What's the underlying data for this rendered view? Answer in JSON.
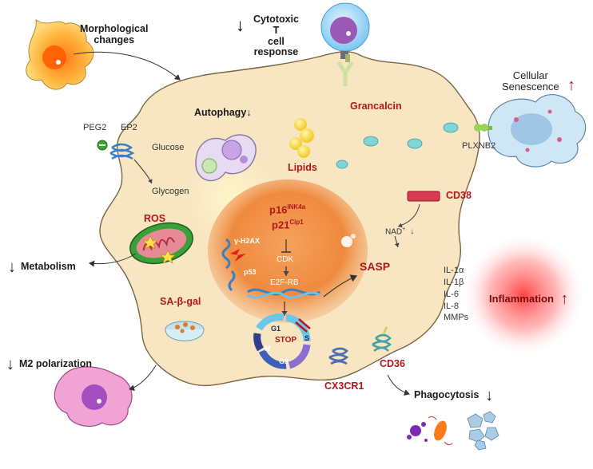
{
  "labels": {
    "morphological": "Morphological\nchanges",
    "cytotoxic": "Cytotoxic T\ncell response",
    "autophagy": "Autophagy",
    "grancalcin": "Grancalcin",
    "cellular_senescence": "Cellular\nSenescence",
    "peg2": "PEG2",
    "ep2": "EP2",
    "glucose": "Glucose",
    "glycogen": "Glycogen",
    "lipids": "Lipids",
    "plxnb2": "PLXNB2",
    "cd38": "CD38",
    "ros": "ROS",
    "nad": "NAD",
    "nad_sup": "+",
    "p16": "p16",
    "p16_sup": "INK4a",
    "p21": "p21",
    "p21_sup": "Cip1",
    "cdk": "CDK",
    "e2f_rb": "E2F-RB",
    "gamma_h2ax": "γ-H2AX",
    "p53": "p53",
    "metabolism": "Metabolism",
    "sasp": "SASP",
    "inflammation": "Inflammation",
    "sa_beta_gal": "SA-β-gal",
    "cell_cycle": {
      "g1": "G1",
      "s": "S",
      "g2": "G2",
      "m": "M",
      "stop": "STOP"
    },
    "m2_polarization": "M2 polarization",
    "cd36": "CD36",
    "cx3cr1": "CX3CR1",
    "phagocytosis": "Phagocytosis"
  },
  "sasp_factors": [
    "IL-1α",
    "IL-1β",
    "IL-6",
    "IL-8",
    "MMPs"
  ],
  "indicators": {
    "down_arrow": "↓",
    "up_arrow": "↑"
  },
  "colors": {
    "cell_fill": "#f7e3bd",
    "cell_stroke": "#6b5a3a",
    "nucleus": "#f08a3c",
    "label_red": "#b3171d",
    "inflammation_glow": "#ff5a5a"
  },
  "icons": [
    "tumor-cell-icon",
    "t-cell-icon",
    "senescent-cell-icon",
    "macrophage-icon",
    "mitochondrion-icon",
    "autophagosome-icon",
    "lipid-droplet-icon",
    "receptor-icon",
    "dna-icon",
    "petri-dish-icon",
    "bacteria-icon",
    "apoptotic-debris-icon"
  ]
}
